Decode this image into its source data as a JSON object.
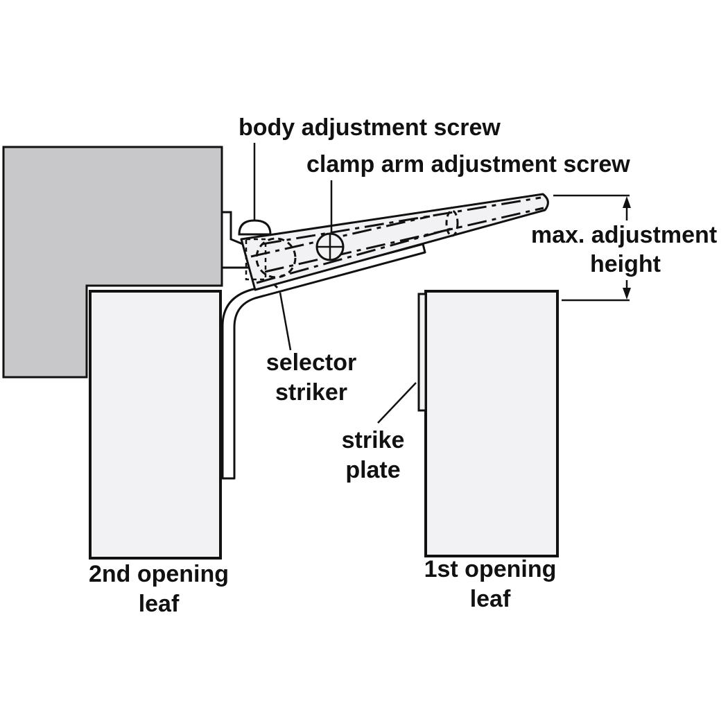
{
  "labels": {
    "body_adjustment_screw": "body adjustment screw",
    "clamp_arm_adjustment_screw": "clamp arm adjustment screw",
    "max_adjustment_line1": "max. adjustment",
    "max_adjustment_line2": "height",
    "selector_line1": "selector",
    "selector_line2": "striker",
    "strike_plate_line1": "strike",
    "strike_plate_line2": "plate",
    "second_leaf_line1": "2nd opening",
    "second_leaf_line2": "leaf",
    "first_leaf_line1": "1st opening",
    "first_leaf_line2": "leaf"
  },
  "colors": {
    "frame_fill": "#c8c8ca",
    "leaf_fill": "#f2f2f4",
    "stroke": "#111111",
    "background": "#ffffff"
  }
}
